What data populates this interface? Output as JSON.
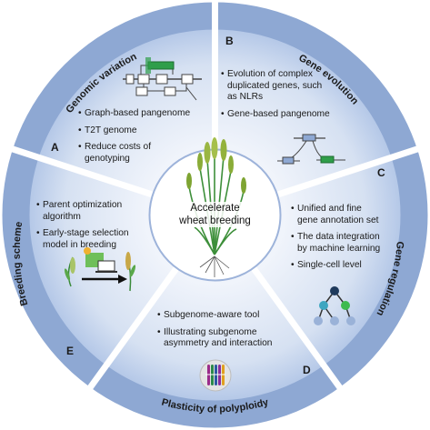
{
  "center": {
    "line1": "Accelerate",
    "line2": "wheat breeding"
  },
  "sectors": {
    "A": {
      "letter": "A",
      "title": "Genomic variation",
      "bullets": [
        "Graph-based pangenome",
        "T2T genome",
        "Reduce costs of",
        "genotyping"
      ]
    },
    "B": {
      "letter": "B",
      "title": "Gene evolution",
      "bullets": [
        "Evolution of complex",
        "duplicated genes, such",
        "as NLRs",
        "Gene-based pangenome"
      ]
    },
    "C": {
      "letter": "C",
      "title": "Gene regulation",
      "bullets": [
        "Unified and fine",
        "gene annotation set",
        "The data integration",
        "by machine learning",
        "Single-cell level"
      ]
    },
    "D": {
      "letter": "D",
      "title": "Plasticity of polyploidy",
      "bullets": [
        "Subgenome-aware tool",
        "Illustrating subgenome",
        "asymmetry and interaction"
      ]
    },
    "E": {
      "letter": "E",
      "title": "Breeding scheme",
      "bullets": [
        "Parent optimization",
        "algorithm",
        "Early-stage selection",
        "model in breeding"
      ]
    }
  },
  "colors": {
    "ring": "#8fa9d4",
    "ring_dark": "#7d99c8",
    "fill_inner": "#e6edf8",
    "fill_outer": "#b9cbe8",
    "green": "#2f9e4a",
    "white": "#ffffff"
  }
}
